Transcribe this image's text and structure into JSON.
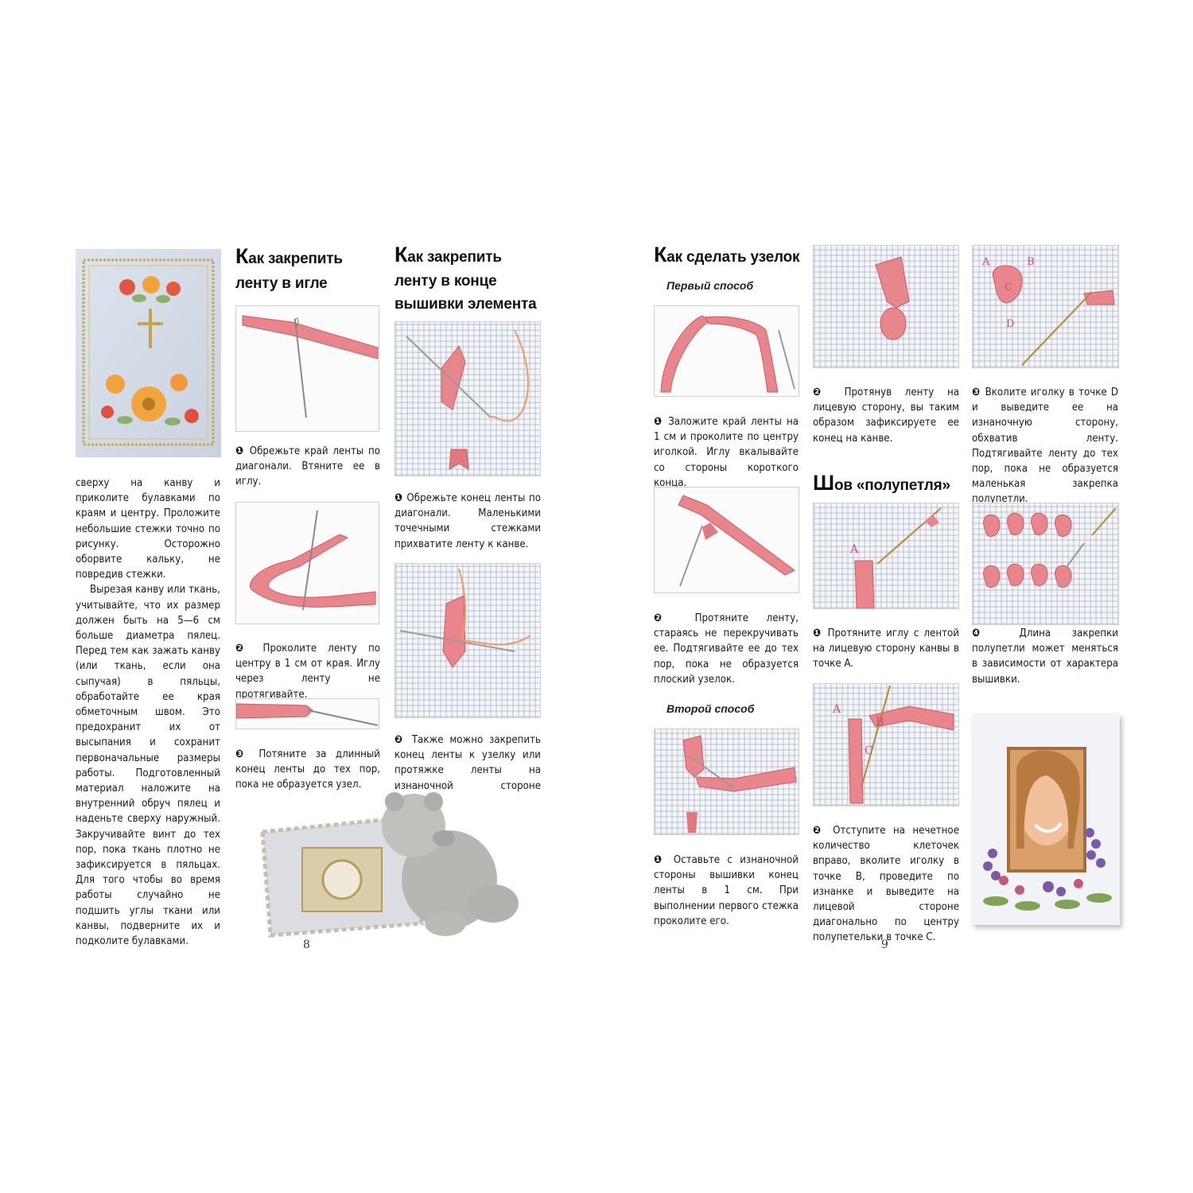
{
  "left_page": {
    "intro_text": [
      "сверху на канву и приколите булавками по краям и центру. Проложите небольшие стежки точно по рисунку. Осторожно оборвите кальку, не повредив стежки.",
      "Вырезая канву или ткань, учитывайте, что их размер должен быть на 5—6 см больше диаметра пялец. Перед тем как зажать канву (или ткань, если она сыпучая) в пяльцы, обработайте ее края обметочным швом. Это предохранит их от высыпания и сохранит первоначальные размеры работы. Подготовленный материал наложите на внутренний обруч пялец и наденьте сверху наружный. Закручивайте винт до тех пор, пока ткань плотно не зафиксируется в пяльцах. Для того чтобы во время работы случайно не подшить углы ткани или канвы, подверните их и подколите булавками."
    ],
    "section1": {
      "heading_line1_cap": "К",
      "heading_line1_rest": "ак закрепить",
      "heading_line2": "ленту в игле",
      "steps": [
        {
          "num": "❶",
          "text": "Обрежьте край ленты по диагонали. Втяните ее в иглу."
        },
        {
          "num": "❷",
          "text": "Проколите ленту по центру в 1 см от края. Иглу через ленту не протягивайте."
        },
        {
          "num": "❸",
          "text": "Потяните за длинный конец ленты до тех пор, пока не образуется узел."
        }
      ]
    },
    "section2": {
      "heading_line1_cap": "К",
      "heading_line1_rest": "ак закрепить",
      "heading_line2": "ленту в конце",
      "heading_line3": "вышивки элемента",
      "steps": [
        {
          "num": "❶",
          "text": "Обрежьте конец ленты по диагонали. Маленькими точечными стежками прихватите ленту к канве."
        },
        {
          "num": "❷",
          "text": "Также можно закрепить конец ленты к узелку или протяжке ленты на изнаночной стороне вышивки."
        }
      ]
    },
    "page_number": "8"
  },
  "right_page": {
    "section3": {
      "heading_cap": "К",
      "heading_rest": "ак сделать узелок",
      "subhead1": "Первый способ",
      "subhead2": "Второй способ",
      "steps_first": [
        {
          "num": "❶",
          "text": "Заложите край ленты на 1 см и проколите по центру иголкой. Иглу вкалывайте со стороны короткого конца."
        },
        {
          "num": "❷",
          "text": "Протяните ленту, стараясь не перекручивать ее. Подтягивайте ее до тех пор, пока не образуется плоский узелок."
        }
      ],
      "steps_second": [
        {
          "num": "❶",
          "text": "Оставьте с изнаночной стороны вышивки конец ленты в 1 см. При выполнении первого стежка проколите его."
        }
      ]
    },
    "middle_col": {
      "step2": {
        "num": "❷",
        "text": "Протянув ленту на лицевую сторону, вы таким образом зафиксируете ее конец на канве."
      },
      "heading_cap": "Ш",
      "heading_rest": "ов «полупетля»",
      "steps": [
        {
          "num": "❶",
          "text": "Протяните иглу с лентой на лицевую сторону канвы в точке A."
        },
        {
          "num": "❷",
          "text": "Отступите на нечетное количество клеточек вправо, вколите иголку в точке B, проведите по изнанке и выведите на лицевой стороне диагонально по центру полупетельки в точке C."
        }
      ],
      "photo_labels": {
        "a": "A",
        "b": "B",
        "c": "C"
      }
    },
    "right_col": {
      "steps": [
        {
          "num": "❸",
          "text": "Вколите иголку в точке D и выведите ее на изнаночную сторону, обхватив ленту. Подтягивайте ленту до тех пор, пока не образуется маленькая закрепка полупетли."
        },
        {
          "num": "❹",
          "text": "Длина закрепки полупетли может меняться в зависимости от характера вышивки."
        }
      ],
      "photo_labels": {
        "a": "A",
        "b": "B",
        "c": "C",
        "d": "D"
      }
    },
    "page_number": "9"
  },
  "colors": {
    "ribbon": "#e8868b",
    "ribbon_dark": "#c85c64",
    "canvas": "#f4f6fa",
    "label_pink": "#d0477a"
  }
}
